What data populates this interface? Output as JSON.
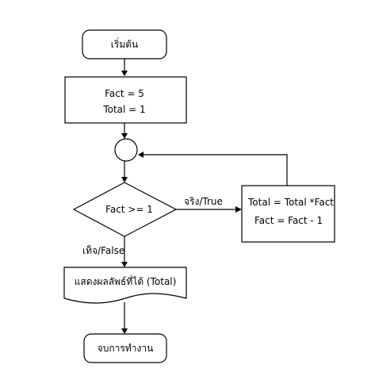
{
  "diagram": {
    "start": {
      "label": "เริ่มต้น"
    },
    "init": {
      "line1": "Fact = 5",
      "line2": "Total = 1"
    },
    "decision": {
      "label": "Fact >= 1"
    },
    "process": {
      "line1": "Total = Total *Fact",
      "line2": "Fact = Fact - 1"
    },
    "edges": {
      "true_label": "จริง/True",
      "false_label": "เท็จ/False"
    },
    "output": {
      "label": "แสดงผลลัพธ์ที่ได้ (Total)"
    },
    "end": {
      "label": "จบการทำงาน"
    }
  }
}
